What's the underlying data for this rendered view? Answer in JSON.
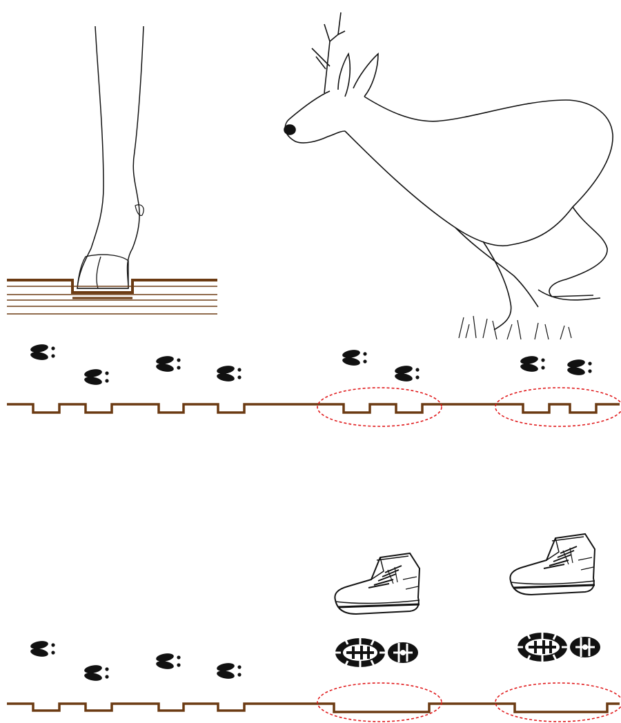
{
  "figure": {
    "panels": [
      {
        "id": "hoof-cross-section",
        "subject": "deer-leg-and-hoof-pressing-soil-layers"
      },
      {
        "id": "running-roe-deer",
        "subject": "running-roe-deer-buck"
      },
      {
        "id": "deer-track-sequence",
        "track_symbols": 8,
        "highlighted_groups": 2
      },
      {
        "id": "boot-over-deer-track-sequence",
        "track_symbols": 4,
        "boots": 2,
        "highlighted_groups": 2
      }
    ],
    "colors": {
      "ground_line": "#6b3a12",
      "highlight_ellipse": "#e0191b",
      "ink": "#111111",
      "background": "#ffffff"
    },
    "icons": [
      "deer-hoofprint-icon",
      "boot-icon",
      "boot-sole-print-icon"
    ]
  }
}
